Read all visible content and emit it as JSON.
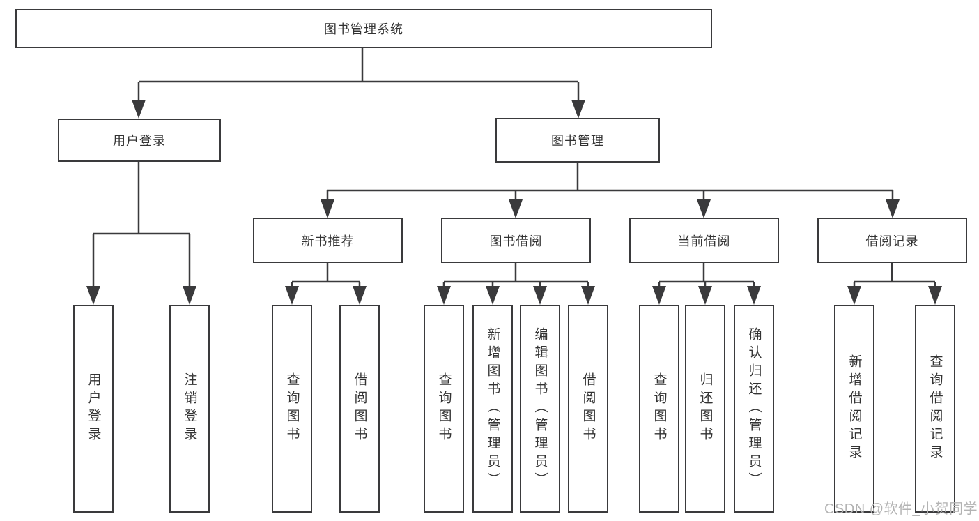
{
  "tree": {
    "root": {
      "label": "图书管理系统"
    },
    "level2": [
      {
        "id": "user-login",
        "label": "用户登录"
      },
      {
        "id": "book-management",
        "label": "图书管理"
      }
    ],
    "level3": [
      {
        "id": "new-book-recommend",
        "label": "新书推荐"
      },
      {
        "id": "book-borrowing",
        "label": "图书借阅"
      },
      {
        "id": "current-borrowing",
        "label": "当前借阅"
      },
      {
        "id": "borrowing-records",
        "label": "借阅记录"
      }
    ],
    "level4": {
      "user_login": [
        "用户登录",
        "注销登录"
      ],
      "new_book_recommend": [
        "查询图书",
        "借阅图书"
      ],
      "book_borrowing": [
        "查询图书",
        "新增图书（管理员）",
        "编辑图书（管理员）",
        "借阅图书"
      ],
      "current_borrowing": [
        "查询图书",
        "归还图书",
        "确认归还（管理员）"
      ],
      "borrowing_records": [
        "新增借阅记录",
        "查询借阅记录"
      ]
    }
  },
  "watermark": "CSDN @软件_小贺同学",
  "colors": {
    "line": "#3a3a3c",
    "box_border": "#3a3a3c",
    "text": "#333333",
    "watermark": "#b3b3b3",
    "background": "#ffffff"
  }
}
